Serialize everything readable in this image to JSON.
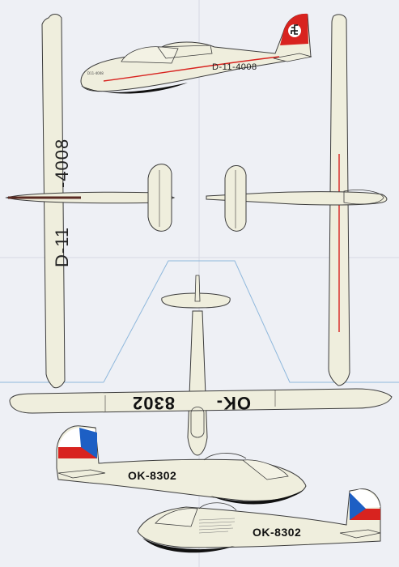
{
  "sheet": {
    "colors": {
      "paper": "#eef0f5",
      "model": "#efeedd",
      "outline": "#3c3c3c",
      "red": "#d8231f",
      "black": "#111111",
      "blue": "#1d5fc4",
      "fold_line": "#8fb8dc"
    }
  },
  "german_scheme": {
    "side_view": {
      "registration": "D-11-4008",
      "small_marking": "D11-4008",
      "tail_marking": "swastika-emblem"
    },
    "top_view": {
      "registration_left": "D-11",
      "registration_right": "-4008"
    }
  },
  "czech_scheme": {
    "top_view": {
      "registration_left": "OK-",
      "registration_right": "8302"
    },
    "side_view_1": {
      "registration": "OK-8302",
      "tail_marking": "czech-flag"
    },
    "side_view_2": {
      "registration": "OK-8302",
      "tail_marking": "czech-flag"
    }
  }
}
